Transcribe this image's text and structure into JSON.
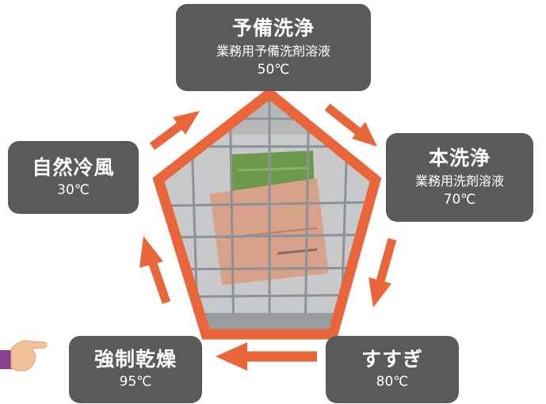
{
  "steps": [
    {
      "title": "予備洗浄",
      "detail": "業務用予備洗剤溶液",
      "temp": "50℃"
    },
    {
      "title": "本洗浄",
      "detail": "業務用洗剤溶液",
      "temp": "70℃"
    },
    {
      "title": "すすぎ",
      "detail": "",
      "temp": "80℃"
    },
    {
      "title": "強制乾燥",
      "detail": "",
      "temp": "95℃"
    },
    {
      "title": "自然冷風",
      "detail": "",
      "temp": "30℃"
    }
  ],
  "colors": {
    "box": "#5a5a5a",
    "box_text": "#ffffff",
    "arrow": "#e9663a",
    "frame": "#e9663a"
  },
  "photo": "wire-basket-with-items-icon",
  "hand": "pointing-hand-icon"
}
